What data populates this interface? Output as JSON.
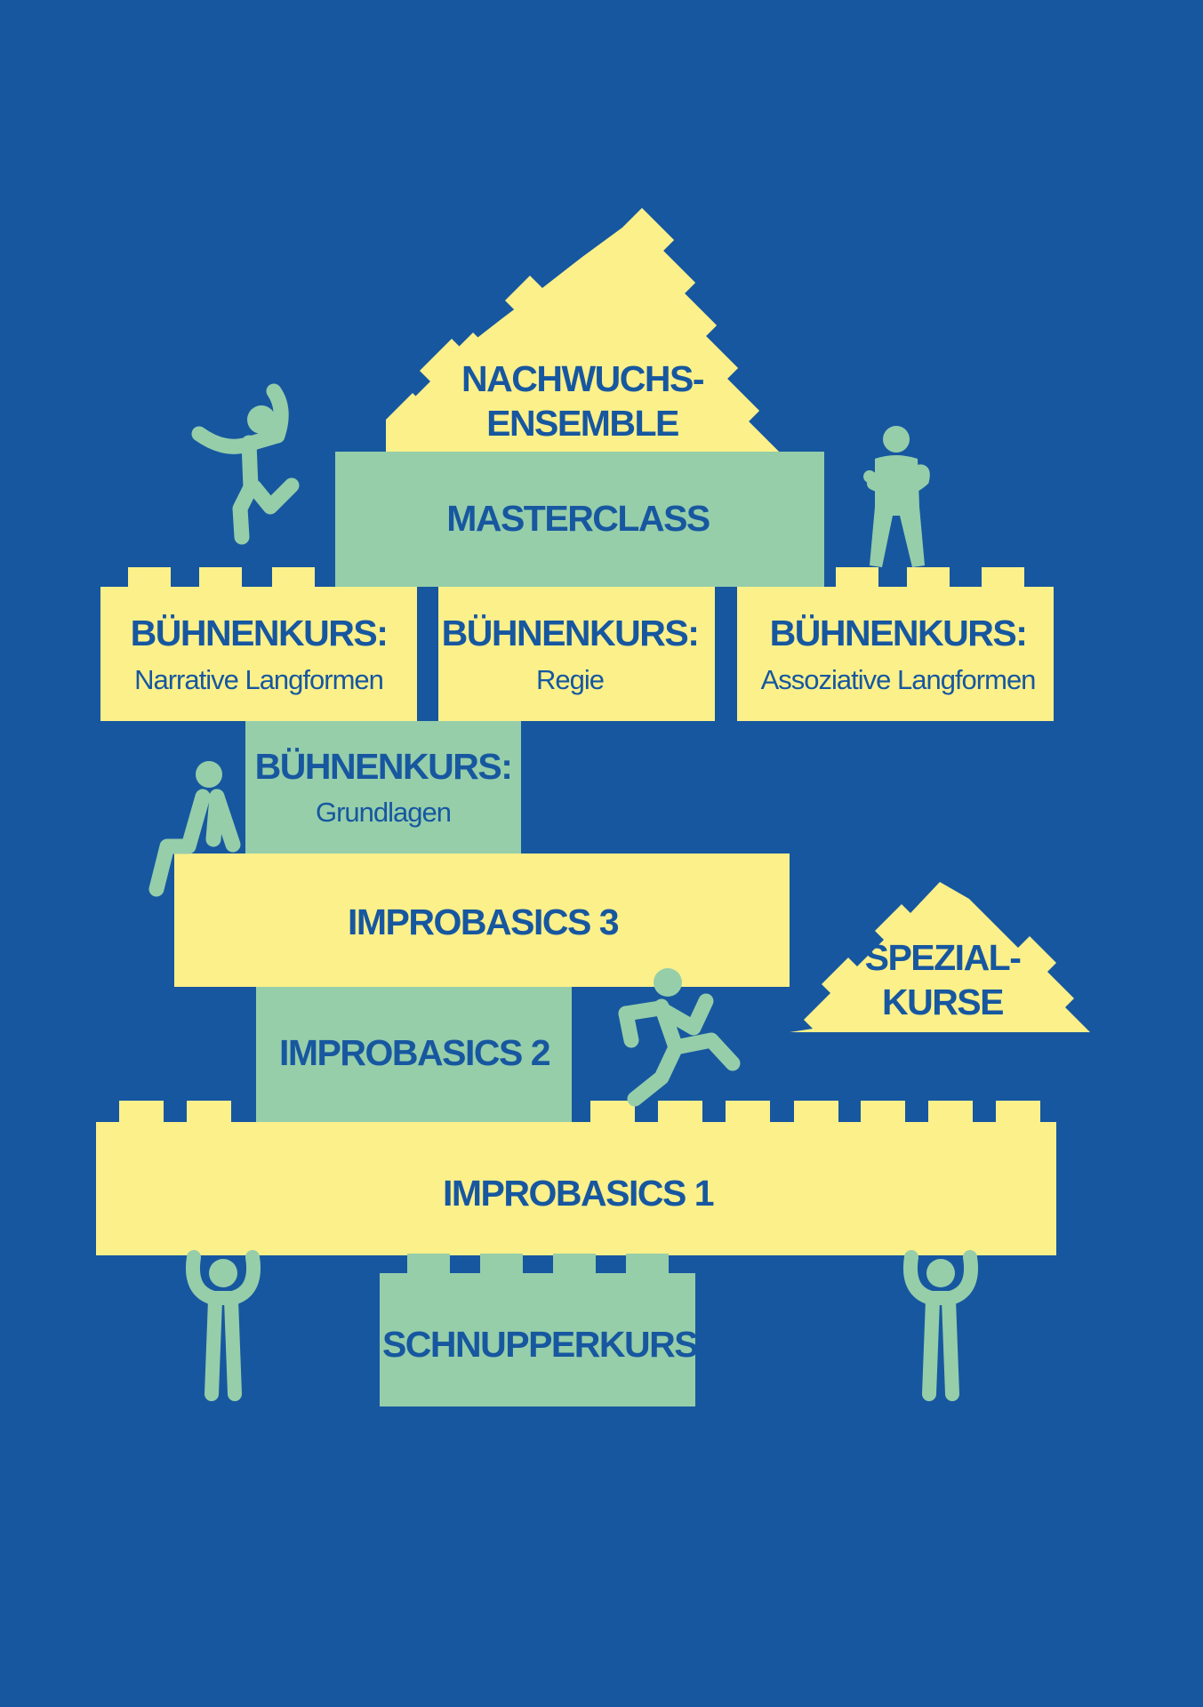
{
  "colors": {
    "background": "#1757a0",
    "yellow": "#fbf08a",
    "green": "#96ceaa",
    "text": "#1757a0"
  },
  "blocks": {
    "nachwuchs": {
      "line1": "NACHWUCHS-",
      "line2": "ENSEMBLE"
    },
    "masterclass": {
      "title": "MASTERCLASS"
    },
    "buehne_narrative": {
      "title": "BÜHNENKURS:",
      "subtitle": "Narrative Langformen"
    },
    "buehne_regie": {
      "title": "BÜHNENKURS:",
      "subtitle": "Regie"
    },
    "buehne_assoziative": {
      "title": "BÜHNENKURS:",
      "subtitle": "Assoziative Langformen"
    },
    "buehne_grundlagen": {
      "title": "BÜHNENKURS:",
      "subtitle": "Grundlagen"
    },
    "improbasics3": {
      "title": "IMPROBASICS 3"
    },
    "improbasics2": {
      "title": "IMPROBASICS 2"
    },
    "improbasics1": {
      "title": "IMPROBASICS 1"
    },
    "spezial": {
      "line1": "SPEZIAL-",
      "line2": "KURSE"
    },
    "schnupper": {
      "title": "SCHNUPPERKURS"
    }
  },
  "figures": [
    "jumping-figure",
    "arms-crossed-figure",
    "sitting-figure",
    "running-figure",
    "lifting-figure-left",
    "lifting-figure-right"
  ]
}
